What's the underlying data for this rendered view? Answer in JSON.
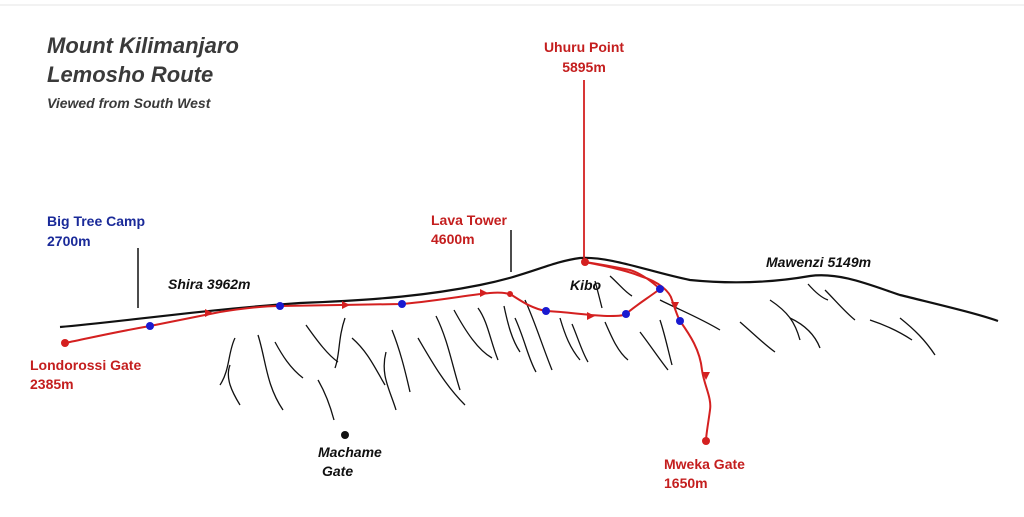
{
  "title": {
    "line1": "Mount Kilimanjaro",
    "line2": "Lemosho Route",
    "subtitle": "Viewed from South West"
  },
  "labels": {
    "big_tree_name": "Big Tree Camp",
    "big_tree_elev": "2700m",
    "lava_tower_name": "Lava Tower",
    "lava_tower_elev": "4600m",
    "uhuru_name": "Uhuru Point",
    "uhuru_elev": "5895m",
    "shira": "Shira 3962m",
    "kibo": "Kibo",
    "mawenzi": "Mawenzi 5149m",
    "londorossi_name": "Londorossi Gate",
    "londorossi_elev": "2385m",
    "machame_line1": "Machame",
    "machame_line2": "Gate",
    "mweka_name": "Mweka Gate",
    "mweka_elev": "1650m"
  },
  "colors": {
    "route": "#d42020",
    "camp": "#1a1ad0",
    "ink": "#111111",
    "title": "#3a3a3a",
    "blue_label": "#1a2a99"
  }
}
